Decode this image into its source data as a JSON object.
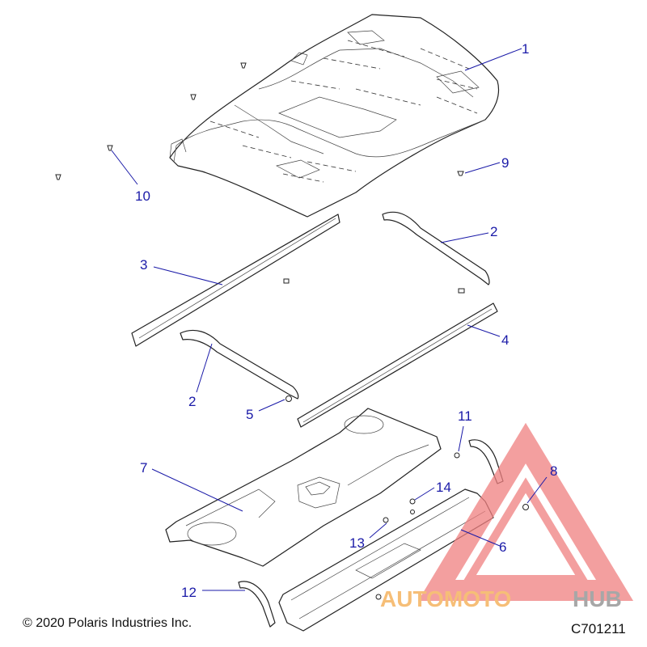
{
  "callouts": [
    {
      "id": "c1",
      "label": "1"
    },
    {
      "id": "c2a",
      "label": "2"
    },
    {
      "id": "c2b",
      "label": "2"
    },
    {
      "id": "c3",
      "label": "3"
    },
    {
      "id": "c4",
      "label": "4"
    },
    {
      "id": "c5",
      "label": "5"
    },
    {
      "id": "c6",
      "label": "6"
    },
    {
      "id": "c7",
      "label": "7"
    },
    {
      "id": "c8",
      "label": "8"
    },
    {
      "id": "c9",
      "label": "9"
    },
    {
      "id": "c10",
      "label": "10"
    },
    {
      "id": "c11",
      "label": "11"
    },
    {
      "id": "c12",
      "label": "12"
    },
    {
      "id": "c13",
      "label": "13"
    },
    {
      "id": "c14",
      "label": "14"
    }
  ],
  "footer": {
    "copyright": "© 2020 Polaris Industries Inc.",
    "part_number": "C701211"
  },
  "watermark": {
    "text_a": "AUTOMOTO",
    "text_b": "HUB",
    "color_a": "#f3a94a",
    "color_b": "#8a8a8a",
    "triangle_color": "#f08080"
  },
  "colors": {
    "callout": "#1a1aa8",
    "line": "#222222"
  }
}
